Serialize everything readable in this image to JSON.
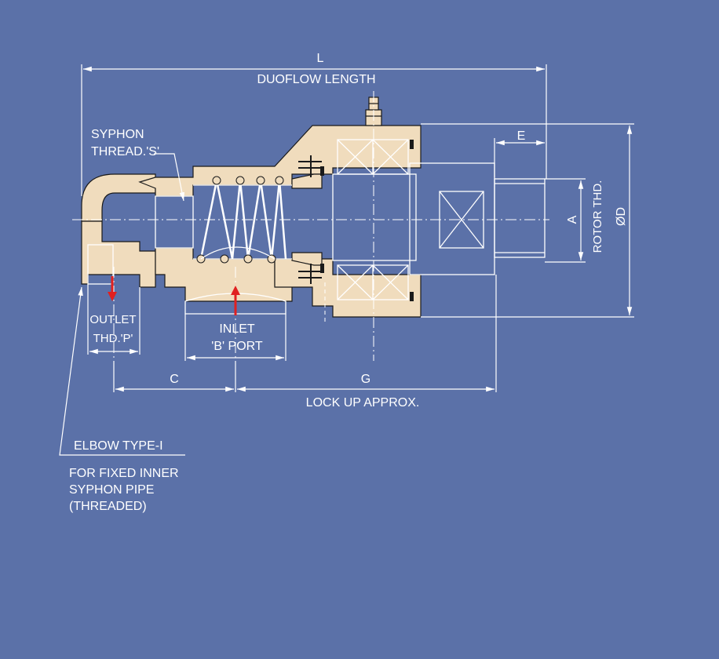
{
  "diagram": {
    "dimension_labels": {
      "overall_length": "L",
      "overall_length_caption": "DUOFLOW LENGTH",
      "e": "E",
      "a": "A",
      "rotor_thread": "ROTOR THD.",
      "diameter": "ØD",
      "c": "C",
      "g": "G",
      "lock_up": "LOCK UP APPROX."
    },
    "callouts": {
      "syphon_line1": "SYPHON",
      "syphon_line2": "THREAD.'S'",
      "outlet_line1": "OUTLET",
      "outlet_line2": "THD.'P'",
      "inlet_line1": "INLET",
      "inlet_line2": "'B' PORT",
      "elbow": "ELBOW TYPE-I",
      "note_line1": "FOR FIXED INNER",
      "note_line2": "SYPHON PIPE",
      "note_line3": "(THREADED)"
    },
    "colors": {
      "background": "#5b71a8",
      "body": "#f0dcbd",
      "flow_arrow": "#e02020",
      "annotation": "#ffffff"
    }
  }
}
